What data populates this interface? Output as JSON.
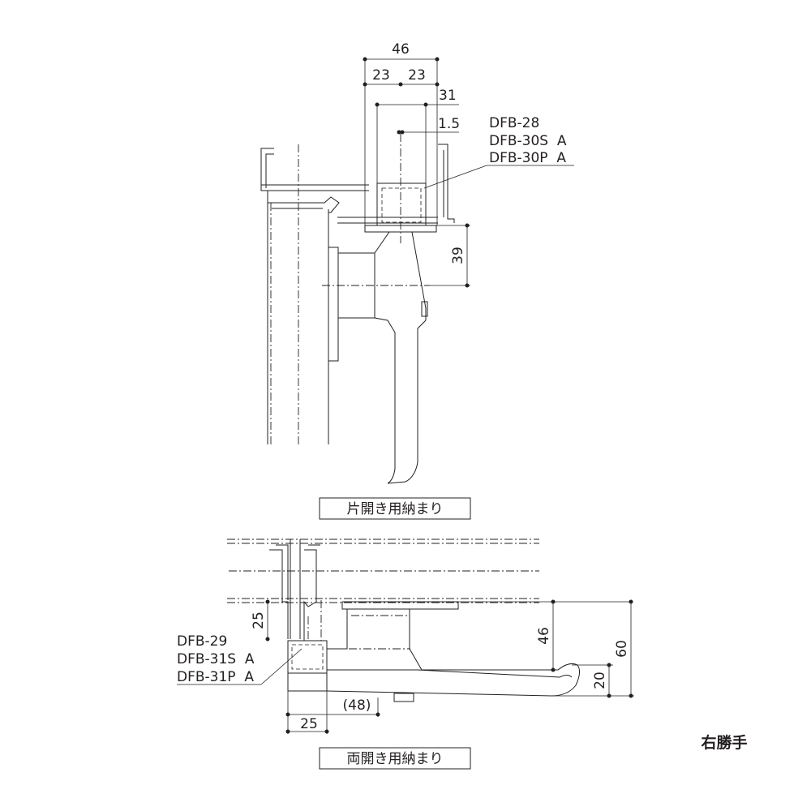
{
  "top_view": {
    "dimensions": {
      "d46": "46",
      "d23a": "23",
      "d23b": "23",
      "d31": "31",
      "d15": "1.5",
      "d39": "39"
    },
    "model_labels": [
      "DFB-28",
      "DFB-30S  A",
      "DFB-30P  A"
    ],
    "caption": "片開き用納まり"
  },
  "bottom_view": {
    "dimensions": {
      "d25_vertical": "25",
      "d46": "46",
      "d60": "60",
      "d20": "20",
      "d48": "(48)",
      "d25_horizontal": "25"
    },
    "model_labels": [
      "DFB-29",
      "DFB-31S  A",
      "DFB-31P  A"
    ],
    "caption": "両開き用納まり"
  },
  "hand_label": "右勝手"
}
